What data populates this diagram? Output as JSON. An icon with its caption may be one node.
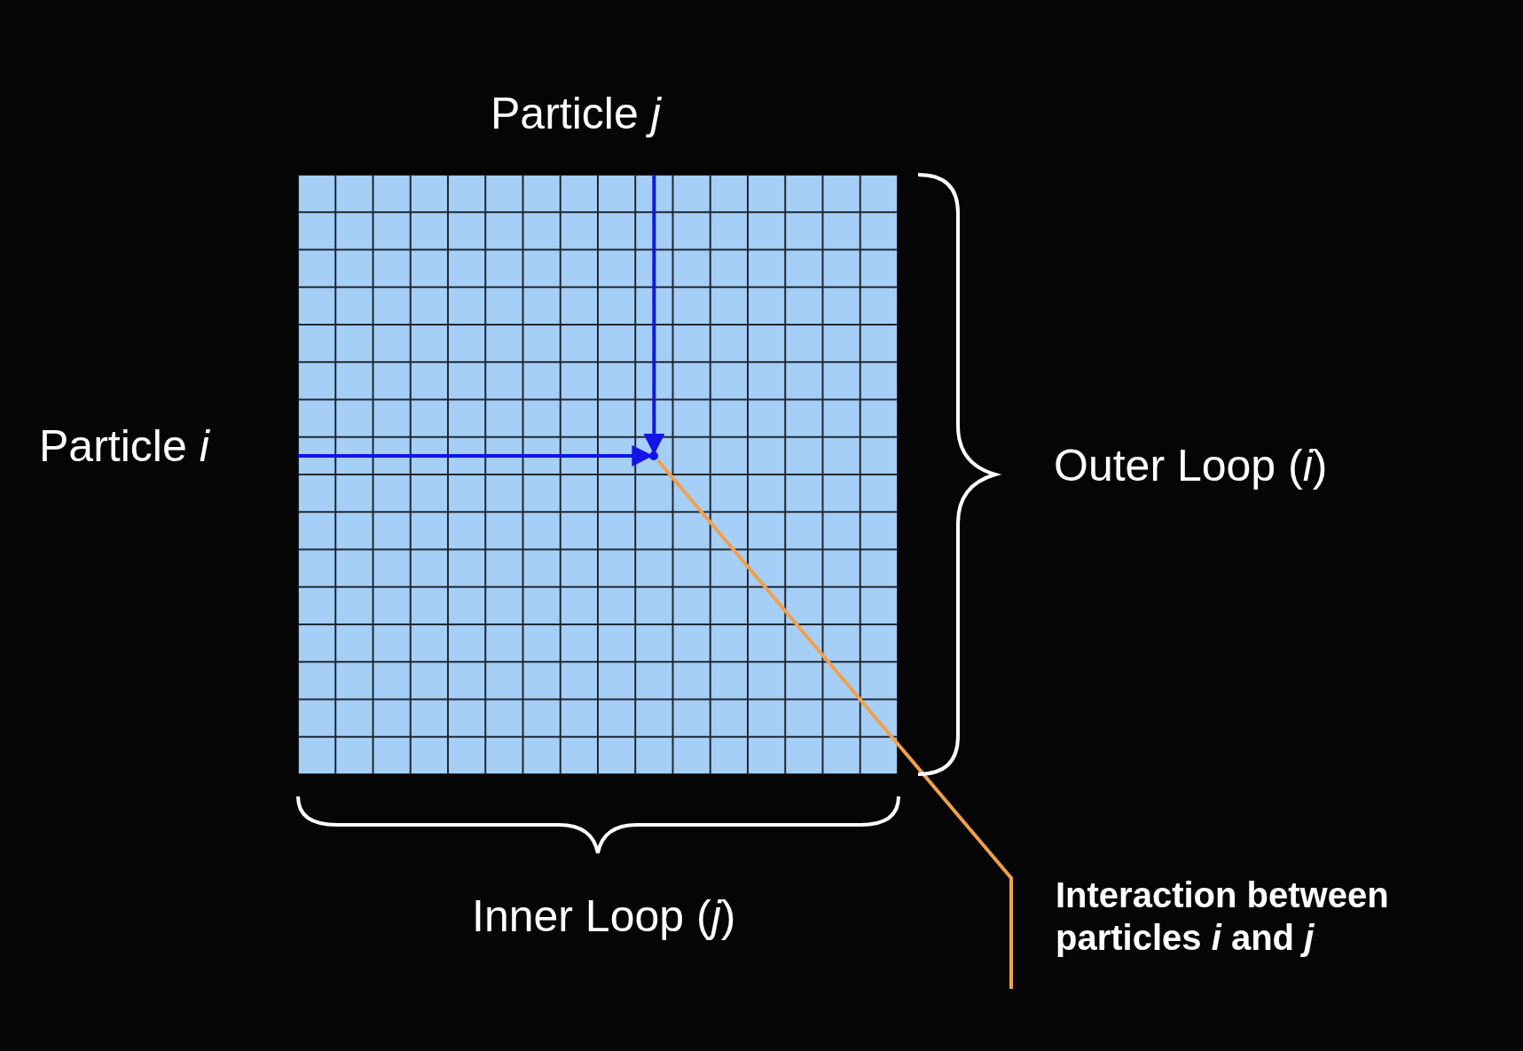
{
  "diagram": {
    "nodes": [
      {
        "text": [],
        "shape": "grid"
      },
      {
        "text": [],
        "shape": "point",
        "in": 0
      },
      {
        "text": [
          "Interaction between particles *i* and *j*"
        ]
      }
    ],
    "edges": [
      {
        "from": null,
        "to": 1,
        "arrow": "to",
        "color": "#1414e6"
      },
      {
        "from": null,
        "to": 1,
        "arrow": "to",
        "color": "#1414e6"
      },
      {
        "from": 2,
        "to": 1,
        "arrow": "none",
        "color": "#f0a04a"
      }
    ],
    "labels": [
      "Particle *j*",
      "Particle *i*",
      "Outer Loop (*i*)",
      "Inner Loop (*j*)"
    ]
  }
}
